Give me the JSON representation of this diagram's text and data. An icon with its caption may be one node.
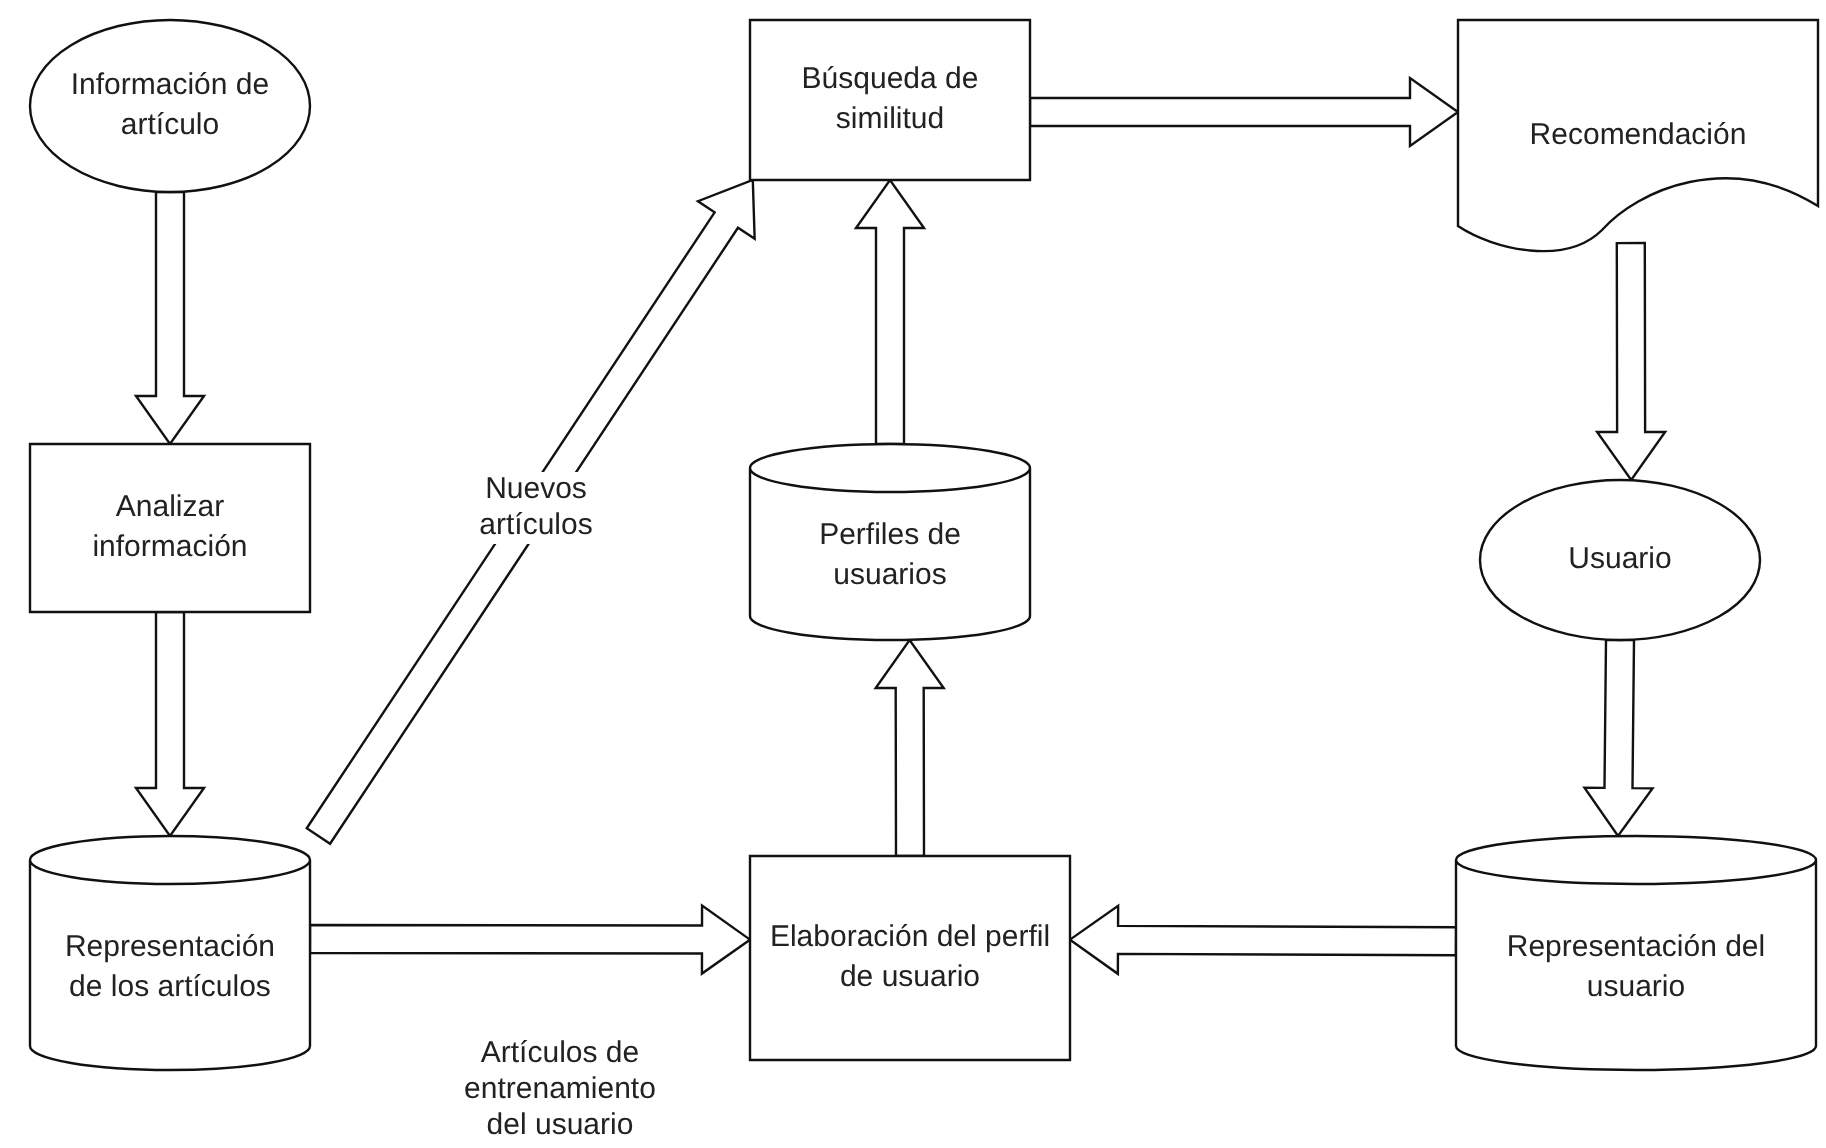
{
  "diagram": {
    "nodes": [
      {
        "text": [
          "Información de artículo"
        ]
      },
      {
        "text": [
          "Analizar información"
        ]
      },
      {
        "text": [
          "Representación de los artículos"
        ]
      },
      {
        "text": [
          "Búsqueda de similitud"
        ]
      },
      {
        "text": [
          "Perfiles de usuarios"
        ]
      },
      {
        "text": [
          "Elaboración del perfil de usuario"
        ]
      },
      {
        "text": [
          "Recomendación"
        ]
      },
      {
        "text": [
          "Usuario"
        ]
      },
      {
        "text": [
          "Representación del usuario"
        ]
      }
    ],
    "edges": [
      {
        "from": 0,
        "to": 1,
        "arrow": "to"
      },
      {
        "from": 1,
        "to": 2,
        "arrow": "to"
      },
      {
        "from": 2,
        "to": 3,
        "arrow": "to",
        "label": "Nuevos artículos"
      },
      {
        "from": 2,
        "to": 5,
        "arrow": "to",
        "label": "Artículos de entrenamiento del usuario"
      },
      {
        "from": 5,
        "to": 4,
        "arrow": "to"
      },
      {
        "from": 4,
        "to": 3,
        "arrow": "to"
      },
      {
        "from": 3,
        "to": 6,
        "arrow": "to"
      },
      {
        "from": 6,
        "to": 7,
        "arrow": "to"
      },
      {
        "from": 7,
        "to": 8,
        "arrow": "to"
      },
      {
        "from": 8,
        "to": 5,
        "arrow": "to"
      }
    ]
  }
}
